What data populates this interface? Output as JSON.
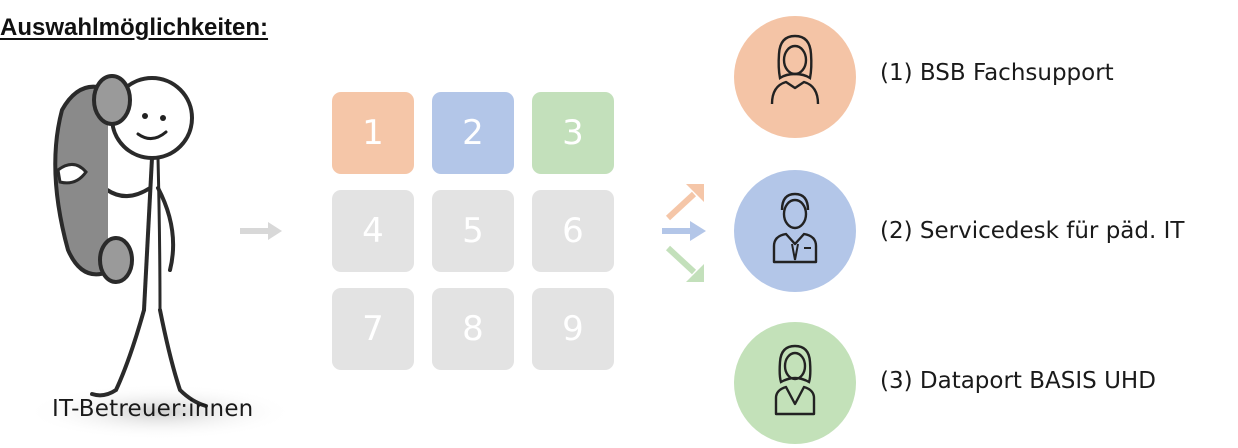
{
  "heading": "Auswahlmöglichkeiten:",
  "caller": {
    "label": "IT-Betreuer:innen"
  },
  "keypad": {
    "keys": [
      {
        "label": "1",
        "color": "#f5c6a8"
      },
      {
        "label": "2",
        "color": "#b3c6e8"
      },
      {
        "label": "3",
        "color": "#c3e0bb"
      },
      {
        "label": "4",
        "color": "#e3e3e3"
      },
      {
        "label": "5",
        "color": "#e3e3e3"
      },
      {
        "label": "6",
        "color": "#e3e3e3"
      },
      {
        "label": "7",
        "color": "#e3e3e3"
      },
      {
        "label": "8",
        "color": "#e3e3e3"
      },
      {
        "label": "9",
        "color": "#e3e3e3"
      }
    ]
  },
  "options": [
    {
      "label": "(1) BSB Fachsupport",
      "color": "#f4c4a6",
      "icon": "woman-icon"
    },
    {
      "label": "(2) Servicedesk für päd. IT",
      "color": "#b3c6e8",
      "icon": "businessman-icon"
    },
    {
      "label": "(3) Dataport BASIS UHD",
      "color": "#c3e1b9",
      "icon": "businesswoman-icon"
    }
  ],
  "colors": {
    "arrow_gray": "#d8d8d8",
    "arrow_orange": "#f5c6a8",
    "arrow_blue": "#b3c6e8",
    "arrow_green": "#c3e0bb"
  }
}
